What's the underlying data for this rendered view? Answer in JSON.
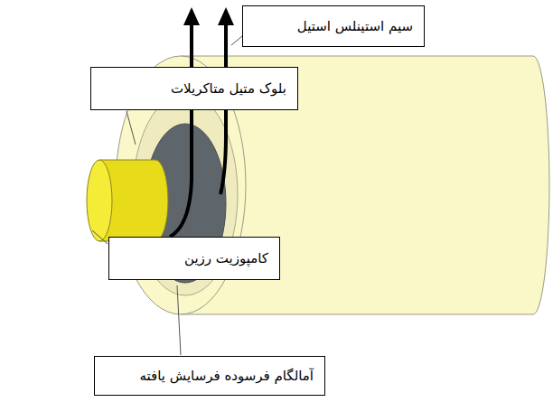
{
  "diagram": {
    "nodes": [
      {
        "text": [
          "سیم استینلس استیل"
        ]
      },
      {
        "text": [
          "بلوک متیل متاکریلات"
        ]
      },
      {
        "text": [
          "کامپوزیت رزین"
        ]
      },
      {
        "text": [
          "آمالگام فرسوده فرسایش یافته"
        ]
      }
    ]
  }
}
